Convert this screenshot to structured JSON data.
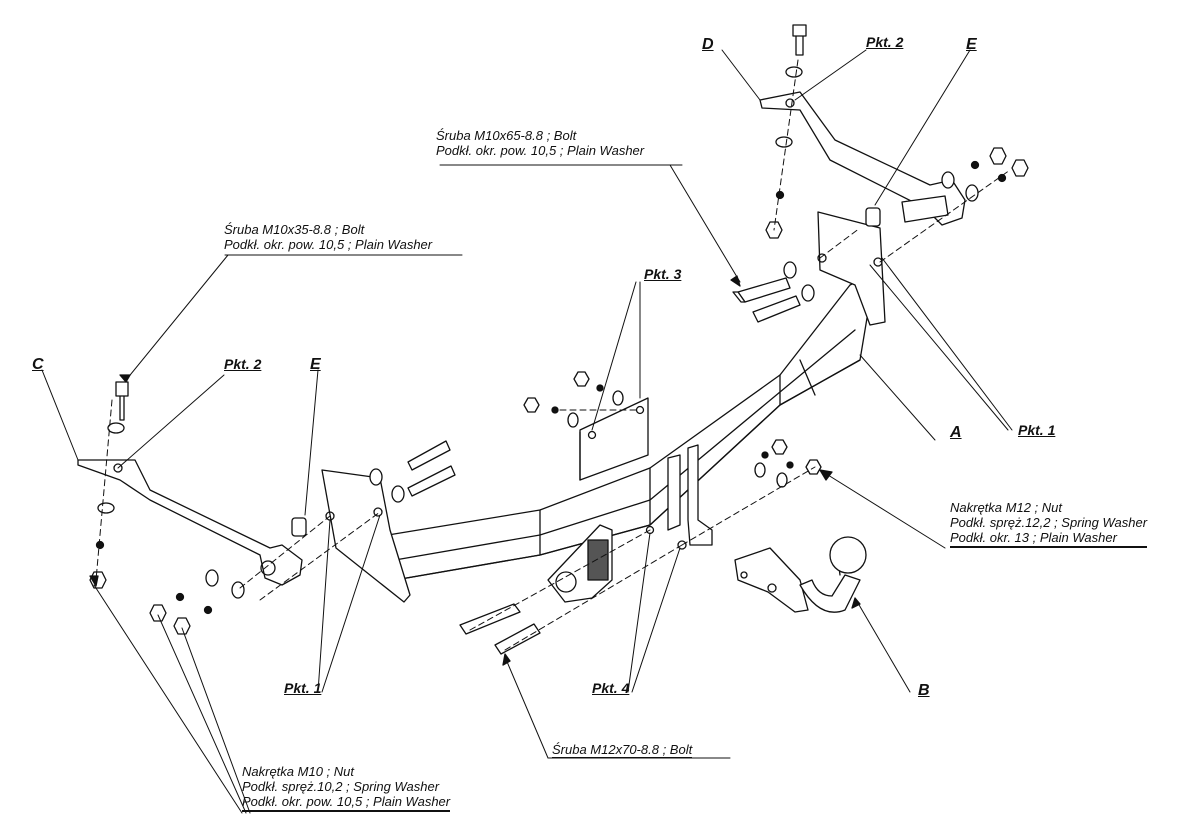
{
  "labels": {
    "A": "A",
    "B": "B",
    "C": "C",
    "D": "D",
    "E_right": "E",
    "E_left": "E"
  },
  "pkt": {
    "pkt2_top": "Pkt. 2",
    "pkt2_left": "Pkt. 2",
    "pkt3": "Pkt. 3",
    "pkt1_right": "Pkt. 1",
    "pkt1_left": "Pkt. 1",
    "pkt4": "Pkt. 4"
  },
  "notes": {
    "bolt_m10x65": [
      "Śruba M10x65-8.8 ;  Bolt",
      "Podkł. okr. pow. 10,5 ; Plain Washer"
    ],
    "bolt_m10x35": [
      "Śruba M10x35-8.8 ;  Bolt",
      "Podkł. okr. pow. 10,5 ; Plain Washer"
    ],
    "nut_m12": [
      "Nakrętka  M12 ; Nut",
      "Podkł. spręż.12,2 ; Spring Washer",
      "Podkł. okr. 13 ; Plain Washer"
    ],
    "nut_m10": [
      "Nakrętka  M10 ; Nut",
      "Podkł. spręż.10,2 ; Spring Washer",
      "Podkł. okr. pow. 10,5 ; Plain Washer"
    ],
    "bolt_m12x70": "Śruba M12x70-8.8 ;  Bolt"
  }
}
